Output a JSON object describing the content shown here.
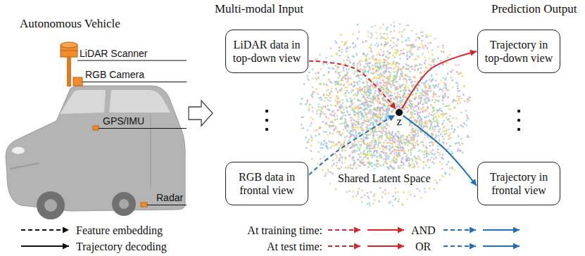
{
  "diagram": {
    "nodes": [
      {
        "text": [
          "LiDAR data in top-down view"
        ]
      },
      {
        "text": [
          "RGB data in frontal view"
        ]
      },
      {
        "text": [
          "z"
        ]
      },
      {
        "text": [
          "Trajectory in top-down view"
        ]
      },
      {
        "text": [
          "Trajectory in frontal view"
        ]
      }
    ],
    "edges": [
      {
        "from": 0,
        "to": 2,
        "arrow": "to"
      },
      {
        "from": 1,
        "to": 2,
        "arrow": "to"
      },
      {
        "from": 2,
        "to": 3,
        "arrow": "to"
      },
      {
        "from": 2,
        "to": 4,
        "arrow": "to"
      }
    ],
    "labels": [
      "Autonomous Vehicle",
      "LiDAR Scanner",
      "RGB Camera",
      "GPS/IMU",
      "Radar",
      "Multi-modal Input",
      "Shared Latent Space",
      "Prediction Output",
      "At training time:",
      "AND",
      "At test time:",
      "OR"
    ],
    "legend": [
      {
        "text": "Feature embedding"
      },
      {
        "text": "Trajectory decoding"
      }
    ]
  }
}
